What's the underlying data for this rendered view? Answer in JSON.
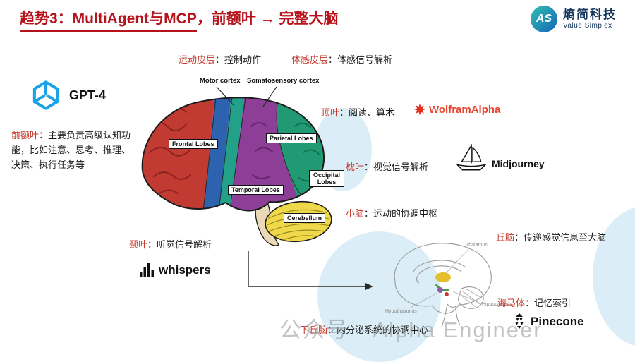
{
  "header": {
    "title_underlined": "趋势3：MultiAgent与MCP",
    "title_rest": "，前额叶 → 完整大脑",
    "brand": {
      "abbr": "AS",
      "name": "熵简科技",
      "tagline": "Value Simplex"
    }
  },
  "annotations": {
    "motor": {
      "term": "运动皮层",
      "desc": "：控制动作"
    },
    "somatosensory": {
      "term": "体感皮层",
      "desc": "：体感信号解析"
    },
    "parietal": {
      "term": "顶叶",
      "desc": "：阅读、算术"
    },
    "occipital": {
      "term": "枕叶",
      "desc": "：视觉信号解析"
    },
    "cerebellum": {
      "term": "小脑",
      "desc": "：运动的协调中枢"
    },
    "thalamus": {
      "term": "丘脑",
      "desc": "：传递感觉信息至大脑"
    },
    "temporal": {
      "term": "颞叶",
      "desc": "：听觉信号解析"
    },
    "hippocampus": {
      "term": "海马体",
      "desc": "：记忆索引"
    },
    "hypothalamus": {
      "term": "下丘脑",
      "desc": "：内分泌系统的协调中心"
    },
    "prefrontal": {
      "term": "前额叶",
      "desc": "：主要负责高级认知功能，比如注意、思考、推理、决策、执行任务等"
    }
  },
  "brain": {
    "motor_cortex": "Motor cortex",
    "somatosensory_cortex": "Somatosensory cortex",
    "frontal": "Frontal Lobes",
    "parietal": "Parietal Lobes",
    "temporal": "Temporal Lobes",
    "occipital": "Occipital Lobes",
    "cerebellum": "Cerebellum"
  },
  "small_brain": {
    "thalamus": "Thalamus",
    "hypothalamus": "Hypothalamus",
    "hippocampus": "Hippocampus"
  },
  "products": {
    "gpt4": "GPT-4",
    "wolfram": "WolframAlpha",
    "midjourney": "Midjourney",
    "whispers": "whispers",
    "pinecone": "Pinecone"
  },
  "watermark": "公众号 · Alpha Engineer",
  "colors": {
    "title_red": "#b5121c",
    "term_red": "#c5392b",
    "frontal_red": "#c23b33",
    "motor_blue": "#2d62ae",
    "somatosensory_teal": "#23a089",
    "parietal_temporal_purple": "#8d3e96",
    "occipital_green": "#219a74",
    "cerebellum_yellow": "#efd94b",
    "background_blob_blue": "#dbeef7",
    "brand_navy": "#14365c"
  }
}
